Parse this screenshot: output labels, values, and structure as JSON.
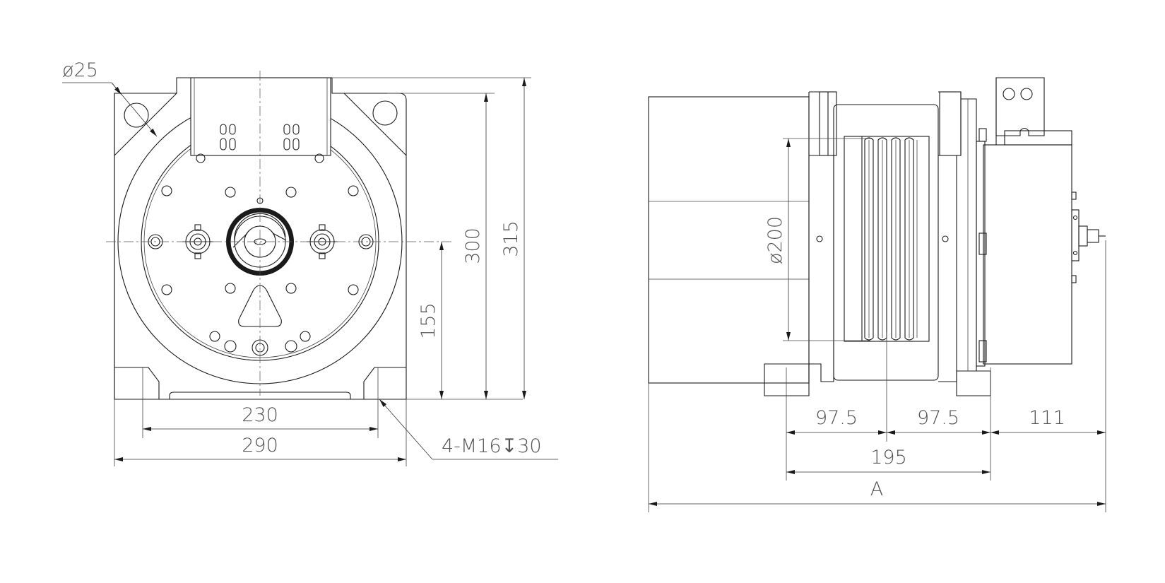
{
  "front_view": {
    "hole_dia": "ø25",
    "width_inner": "230",
    "width_outer": "290",
    "height_center": "155",
    "height_mid": "300",
    "height_total": "315",
    "thread_note": "4-M16↧30"
  },
  "side_view": {
    "sheave_dia": "ø200",
    "left_half": "97.5",
    "right_half": "97.5",
    "overhang": "111",
    "base_span": "195",
    "overall": "A"
  }
}
